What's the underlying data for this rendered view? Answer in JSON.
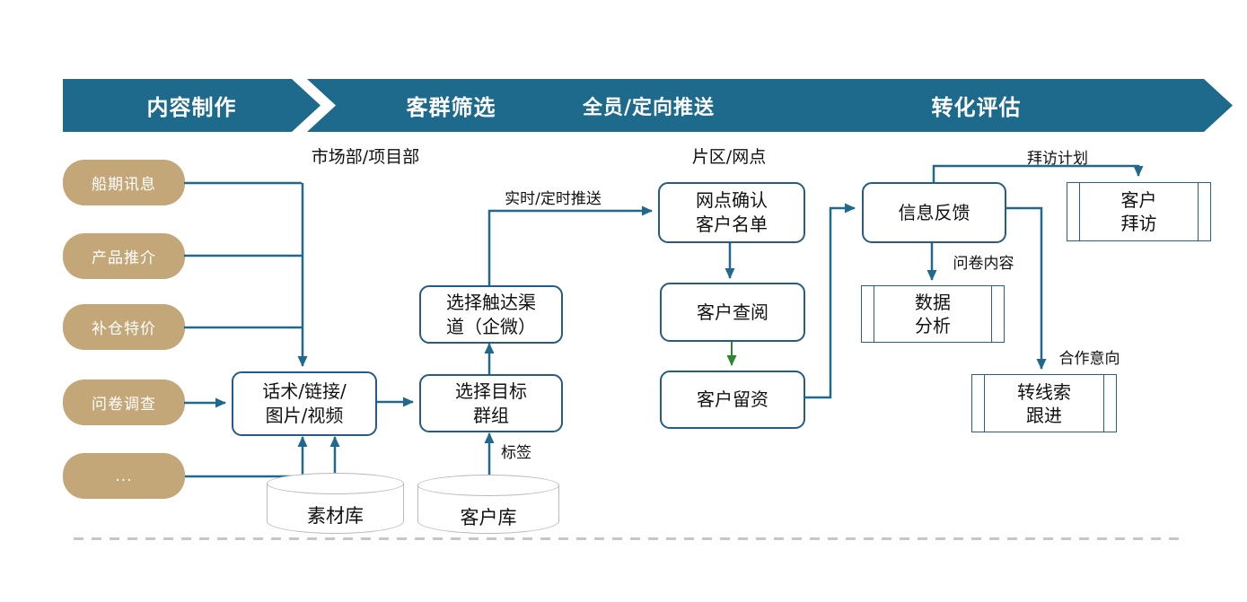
{
  "banner": {
    "stages": [
      {
        "label": "内容制作"
      },
      {
        "label": "客群筛选"
      },
      {
        "label": "全员/定向推送"
      },
      {
        "label": "转化评估"
      }
    ]
  },
  "section_labels": {
    "market_dept": "市场部/项目部",
    "district_branch": "片区/网点",
    "visit_plan": "拜访计划"
  },
  "edge_labels": {
    "push_timing": "实时/定时推送",
    "tag": "标签",
    "survey_content": "问卷内容",
    "cooperation_intent": "合作意向"
  },
  "content_sources": [
    {
      "label": "船期讯息"
    },
    {
      "label": "产品推介"
    },
    {
      "label": "补仓特价"
    },
    {
      "label": "问卷调查"
    },
    {
      "label": "..."
    }
  ],
  "process_nodes": {
    "content_assets": "话术/链接/\n图片/视频",
    "select_channel": "选择触达渠\n道（企微）",
    "select_target_group": "选择目标\n群组",
    "branch_confirm_list": "网点确认\n客户名单",
    "customer_view": "客户查阅",
    "customer_leave_info": "客户留资",
    "info_feedback": "信息反馈",
    "customer_visit": "客户\n拜访",
    "data_analysis": "数据\n分析",
    "lead_follow_up": "转线索\n跟进"
  },
  "databases": [
    {
      "label": "素材库"
    },
    {
      "label": "客户库"
    }
  ],
  "colors": {
    "banner_teal": "#1E6A8D",
    "source_tan": "#C3A778",
    "connector_teal": "#21698C",
    "connector_green": "#2E8633",
    "node_border": "#255B84"
  }
}
